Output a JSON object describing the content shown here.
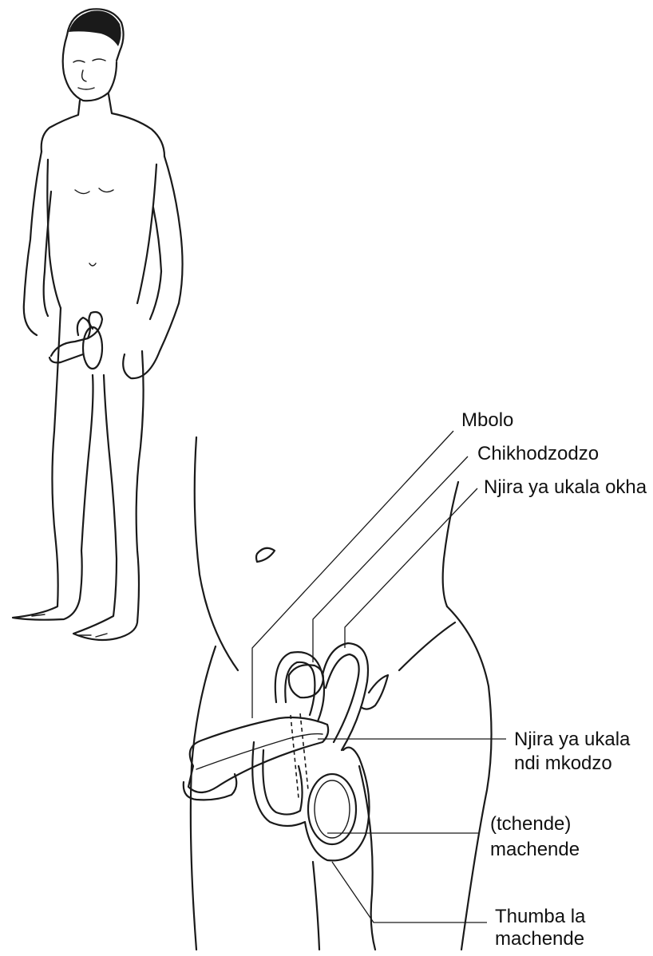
{
  "labels": {
    "penis": "Mbolo",
    "epididymis": "Chikhodzodzo",
    "vas_deferens": "Njira ya ukala okha",
    "urethra_line1": "Njira ya ukala",
    "urethra_line2": "ndi mkodzo",
    "testes_line1": "(tchende)",
    "testes_line2": "machende",
    "scrotum_line1": "Thumba la",
    "scrotum_line2": "machende"
  },
  "colors": {
    "ink": "#1a1a1a",
    "background": "#ffffff"
  }
}
